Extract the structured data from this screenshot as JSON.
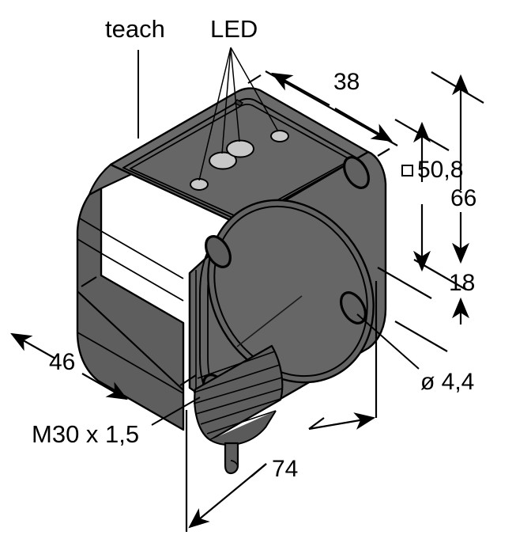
{
  "drawing": {
    "title": "Sensor dimensional drawing",
    "kind": "isometric technical dimension drawing",
    "units": "mm",
    "background_color": "#ffffff",
    "line_color": "#000000",
    "body_fill": "#666666",
    "body_fill_dark": "#5e5e5e",
    "body_fill_light": "#6e6e6e",
    "led_fill": "#c8c8c8"
  },
  "callouts": {
    "teach": "teach",
    "led": "LED",
    "thread": "M30 x 1,5",
    "hole_diameter": "ø 4,4"
  },
  "dimensions": {
    "depth_38": "38",
    "square_508": "50,8",
    "square_symbol": "□",
    "height_66": "66",
    "offset_18": "18",
    "width_46": "46",
    "length_74": "74"
  },
  "chart_data": {
    "type": "table",
    "title": "Sensor dimensional drawing (mm)",
    "categories": [
      "38",
      "50,8",
      "66",
      "18",
      "46",
      "74",
      "M30 x 1,5",
      "ø 4,4"
    ],
    "values": [
      38,
      50.8,
      66,
      18,
      46,
      74,
      30,
      4.4
    ],
    "annotations": [
      "teach",
      "LED"
    ]
  }
}
